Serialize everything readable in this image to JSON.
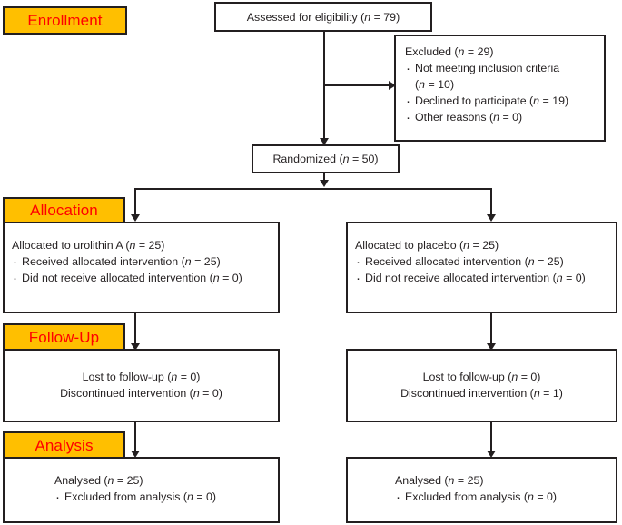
{
  "diagram": {
    "title": "CONSORT participant flow diagram",
    "accent_color": "#FFBF00",
    "label_text_color": "#FF0000",
    "line_color": "#231f20",
    "background_color": "#FFFFFF"
  },
  "stage_labels": {
    "enrollment": "Enrollment",
    "allocation": "Allocation",
    "followup": "Follow-Up",
    "analysis": "Analysis"
  },
  "enrollment": {
    "assessed": {
      "text": "Assessed for eligibility (",
      "n_italic": "n",
      "n_value": " = 79)"
    },
    "excluded": {
      "heading_text": "Excluded (",
      "heading_n": "n",
      "heading_value": " = 29)",
      "items": [
        {
          "text": "Not meeting inclusion criteria",
          "second_line_prefix": "(",
          "second_line_n": "n",
          "second_line_value": " = 10)"
        },
        {
          "text": "Declined to participate (",
          "n": "n",
          "value": " = 19)"
        },
        {
          "text": "Other reasons (",
          "n": "n",
          "value": " = 0)"
        }
      ]
    },
    "randomized": {
      "text": "Randomized (",
      "n_italic": "n",
      "n_value": " = 50)"
    }
  },
  "allocation": {
    "left": {
      "heading": "Allocated to urolithin A (",
      "heading_n": "n",
      "heading_value": " = 25)",
      "items": [
        {
          "text": "Received allocated intervention (",
          "n": "n",
          "value": " = 25)"
        },
        {
          "text": "Did not receive allocated intervention (",
          "n": "n",
          "value": " = 0)"
        }
      ]
    },
    "right": {
      "heading": "Allocated to placebo (",
      "heading_n": "n",
      "heading_value": " = 25)",
      "items": [
        {
          "text": "Received allocated intervention (",
          "n": "n",
          "value": " = 25)"
        },
        {
          "text": "Did not receive allocated intervention (",
          "n": "n",
          "value": " = 0)"
        }
      ]
    }
  },
  "followup": {
    "left": {
      "line1": "Lost to follow-up (",
      "line1_n": "n",
      "line1_value": " = 0)",
      "line2": "Discontinued intervention (",
      "line2_n": "n",
      "line2_value": " = 0)"
    },
    "right": {
      "line1": "Lost to follow-up (",
      "line1_n": "n",
      "line1_value": " = 0)",
      "line2": "Discontinued intervention (",
      "line2_n": "n",
      "line2_value": " = 1)"
    }
  },
  "analysis": {
    "left": {
      "heading": "Analysed (",
      "heading_n": "n",
      "heading_value": " = 25)",
      "items": [
        {
          "text": "Excluded from analysis (",
          "n": "n",
          "value": " = 0)"
        }
      ]
    },
    "right": {
      "heading": "Analysed (",
      "heading_n": "n",
      "heading_value": " = 25)",
      "items": [
        {
          "text": "Excluded from analysis (",
          "n": "n",
          "value": " = 0)"
        }
      ]
    }
  }
}
